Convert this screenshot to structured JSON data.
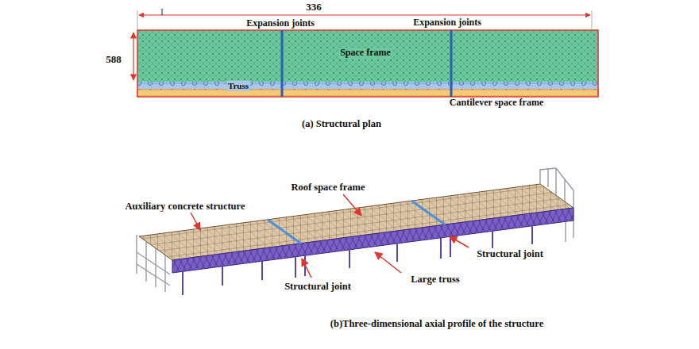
{
  "diagram": {
    "labels": [
      "I",
      "336",
      "Expansion joints",
      "Expansion joints",
      "588",
      "Space frame",
      "Truss",
      "Cantilever space frame",
      "(a) Structural plan",
      "Roof space frame",
      "Auxiliary concrete structure",
      "Structural joint",
      "Large truss",
      "Structural joint",
      "(b)Three-dimensional axial profile of the structure"
    ]
  }
}
